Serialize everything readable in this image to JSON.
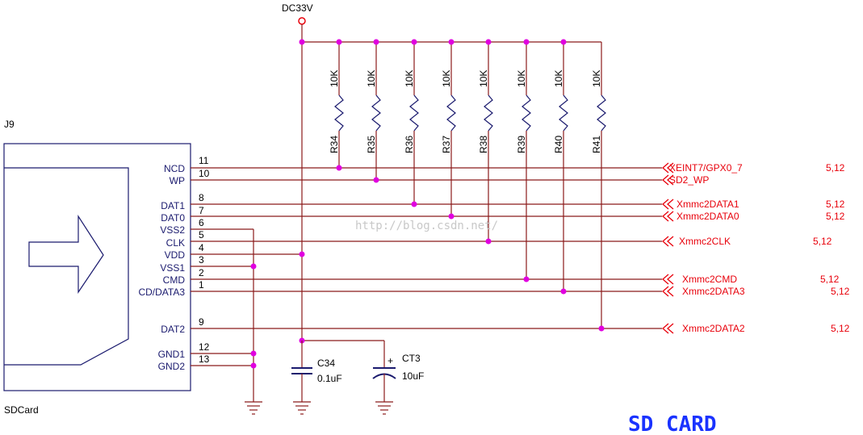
{
  "power_label": "DC33V",
  "connector": {
    "ref": "J9",
    "value": "SDCard"
  },
  "pins": [
    {
      "num": "11",
      "name": "NCD"
    },
    {
      "num": "10",
      "name": "WP"
    },
    {
      "num": "8",
      "name": "DAT1"
    },
    {
      "num": "7",
      "name": "DAT0"
    },
    {
      "num": "6",
      "name": "VSS2"
    },
    {
      "num": "5",
      "name": "CLK"
    },
    {
      "num": "4",
      "name": "VDD"
    },
    {
      "num": "3",
      "name": "VSS1"
    },
    {
      "num": "2",
      "name": "CMD"
    },
    {
      "num": "1",
      "name": "CD/DATA3"
    },
    {
      "num": "9",
      "name": "DAT2"
    },
    {
      "num": "12",
      "name": "GND1"
    },
    {
      "num": "13",
      "name": "GND2"
    }
  ],
  "resistors": [
    {
      "ref": "R34",
      "value": "10K"
    },
    {
      "ref": "R35",
      "value": "10K"
    },
    {
      "ref": "R36",
      "value": "10K"
    },
    {
      "ref": "R37",
      "value": "10K"
    },
    {
      "ref": "R38",
      "value": "10K"
    },
    {
      "ref": "R39",
      "value": "10K"
    },
    {
      "ref": "R40",
      "value": "10K"
    },
    {
      "ref": "R41",
      "value": "10K"
    }
  ],
  "nets": [
    {
      "name": "XEINT7/GPX0_7",
      "page": "5,12"
    },
    {
      "name": "SD2_WP",
      "page": ""
    },
    {
      "name": "Xmmc2DATA1",
      "page": "5,12"
    },
    {
      "name": "Xmmc2DATA0",
      "page": "5,12"
    },
    {
      "name": "Xmmc2CLK",
      "page": "5,12"
    },
    {
      "name": "Xmmc2CMD",
      "page": "5,12"
    },
    {
      "name": "Xmmc2DATA3",
      "page": "5,12"
    },
    {
      "name": "Xmmc2DATA2",
      "page": "5,12"
    }
  ],
  "capacitors": [
    {
      "ref": "C34",
      "value": "0.1uF"
    },
    {
      "ref": "CT3",
      "value": "10uF"
    }
  ],
  "watermark": "http://blog.csdn.net/",
  "title": "SD CARD",
  "colors": {
    "wire": "#8b1a1a",
    "junction": "#e000e0",
    "net_text": "#e8000b",
    "pin_name": "#1a1a6e",
    "title": "#1a33ff",
    "resistor": "#1a1a6e"
  }
}
